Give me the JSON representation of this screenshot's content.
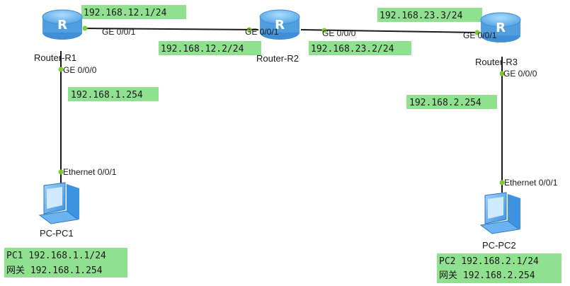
{
  "colors": {
    "link": "#1a1a1a",
    "port_dot": "#7ec832",
    "label_bg": "#8fe08f",
    "router_body": "#4f9fe0",
    "router_top": "#a9dcff",
    "pc_body": "#3e93e0"
  },
  "routers": [
    {
      "name": "Router-R1",
      "icon": "router-icon"
    },
    {
      "name": "Router-R2",
      "icon": "router-icon"
    },
    {
      "name": "Router-R3",
      "icon": "router-icon"
    }
  ],
  "pcs": [
    {
      "name": "PC-PC1",
      "icon": "pc-icon"
    },
    {
      "name": "PC-PC2",
      "icon": "pc-icon"
    }
  ],
  "ports": {
    "r1_ge001": "GE 0/0/1",
    "r1_ge000": "GE 0/0/0",
    "r2_ge001": "GE 0/0/1",
    "r2_ge000": "GE 0/0/0",
    "r3_ge001": "GE 0/0/1",
    "r3_ge000": "GE 0/0/0",
    "pc1_eth": "Ethernet 0/0/1",
    "pc2_eth": "Ethernet 0/0/1"
  },
  "ip_labels": {
    "r1_wan": "192.168.12.1/24",
    "r2_left": "192.168.12.2/24",
    "r2_right": "192.168.23.2/24",
    "r3_wan": "192.168.23.3/24",
    "r1_lan": "192.168.1.254",
    "r3_lan": "192.168.2.254",
    "pc1_ip": "PC1 192.168.1.1/24",
    "pc1_gw": "网关  192.168.1.254",
    "pc2_ip": "PC2 192.168.2.1/24",
    "pc2_gw": "网关  192.168.2.254"
  }
}
